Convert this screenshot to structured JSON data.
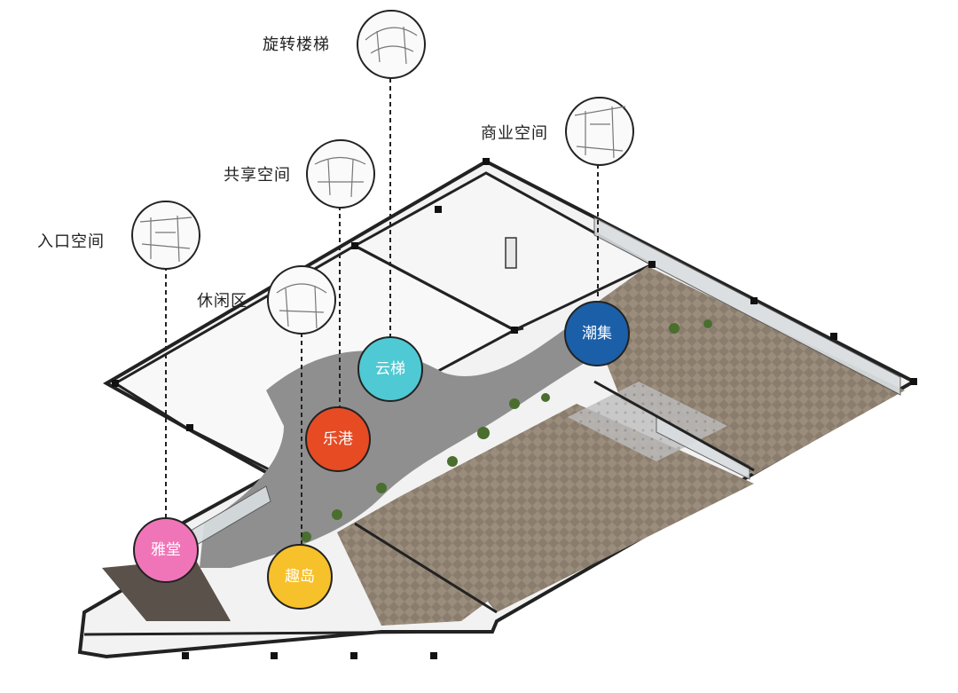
{
  "callouts": [
    {
      "id": "entrance",
      "label": "入口空间"
    },
    {
      "id": "shared",
      "label": "共享空间"
    },
    {
      "id": "stair",
      "label": "旋转楼梯"
    },
    {
      "id": "commercial",
      "label": "商业空间"
    },
    {
      "id": "leisure",
      "label": "休闲区"
    }
  ],
  "zones": [
    {
      "id": "yuntī",
      "label": "云梯",
      "color": "#4fc9d3"
    },
    {
      "id": "lègǎng",
      "label": "乐港",
      "color": "#e64b24"
    },
    {
      "id": "cháojí",
      "label": "潮集",
      "color": "#1b5fa8"
    },
    {
      "id": "yǎtáng",
      "label": "雅堂",
      "color": "#f075b8"
    },
    {
      "id": "qùdǎo",
      "label": "趣岛",
      "color": "#f7c12b"
    }
  ]
}
